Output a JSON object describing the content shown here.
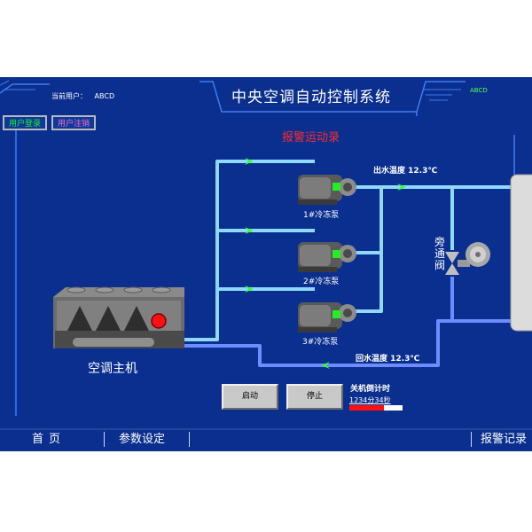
{
  "header": {
    "title": "中央空调自动控制系统",
    "current_user_label": "当前用户：",
    "current_user": "ABCD",
    "corner_tag": "ABCD"
  },
  "buttons": {
    "login": "用户登录",
    "logout": "用户注销",
    "start": "启动",
    "stop": "停止"
  },
  "alarm": {
    "title": "报警运动录"
  },
  "temperatures": {
    "supply": "出水温度 12.3℃",
    "return": "回水温度 12.3℃"
  },
  "pumps": [
    {
      "label": "1#冷冻泵",
      "status_color": "#22ee22"
    },
    {
      "label": "2#冷冻泵",
      "status_color": "#22ee22"
    },
    {
      "label": "3#冷冻泵",
      "status_color": "#22ee22"
    }
  ],
  "bypass_valve": {
    "label": "旁通阀"
  },
  "chiller": {
    "label": "空调主机",
    "status_color": "#ff1010"
  },
  "timer": {
    "title": "关机倒计时",
    "value": "1234分34秒",
    "progress": 0.65
  },
  "nav": {
    "home": "首页",
    "params": "参数设定",
    "alarm_log": "报警记录"
  },
  "colors": {
    "background": "#0b2f8f",
    "pipe": "#8fd8ff",
    "return_pipe": "#6d8cff",
    "alarm": "#ff2a2a"
  }
}
